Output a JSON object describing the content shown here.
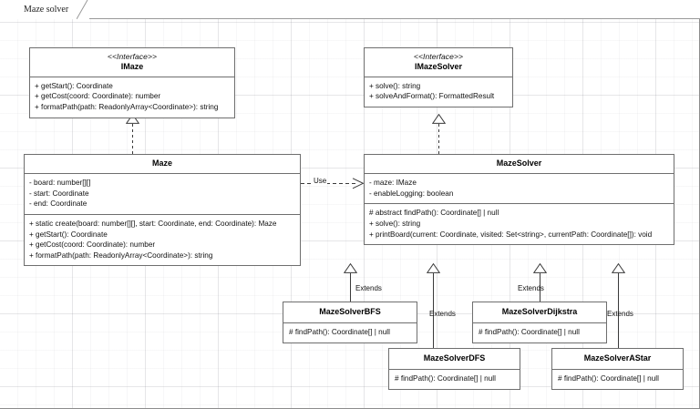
{
  "tab": {
    "label": "Maze solver"
  },
  "diagram": {
    "kind": "uml-class-diagram",
    "classes": [
      {
        "id": "IMaze",
        "stereotype": "<<Interface>>",
        "name": "IMaze",
        "attributes": [],
        "methods": [
          "+ getStart(): Coordinate",
          "+ getCost(coord: Coordinate): number",
          "+ formatPath(path: ReadonlyArray<Coordinate>): string"
        ]
      },
      {
        "id": "IMazeSolver",
        "stereotype": "<<Interface>>",
        "name": "IMazeSolver",
        "attributes": [],
        "methods": [
          "+ solve(): string",
          "+ solveAndFormat(): FormattedResult"
        ]
      },
      {
        "id": "Maze",
        "stereotype": "",
        "name": "Maze",
        "attributes": [
          "- board: number[][]",
          "- start: Coordinate",
          "- end: Coordinate"
        ],
        "methods": [
          "+ static create(board: number[][], start: Coordinate, end: Coordinate): Maze",
          "+ getStart(): Coordinate",
          "+ getCost(coord: Coordinate): number",
          "+ formatPath(path: ReadonlyArray<Coordinate>): string"
        ]
      },
      {
        "id": "MazeSolver",
        "stereotype": "",
        "name": "MazeSolver",
        "attributes": [
          "- maze: IMaze",
          "- enableLogging: boolean"
        ],
        "methods": [
          "# abstract findPath(): Coordinate[] | null",
          "+ solve(): string",
          "+ printBoard(current: Coordinate, visited: Set<string>, currentPath: Coordinate[]): void"
        ]
      },
      {
        "id": "MazeSolverBFS",
        "stereotype": "",
        "name": "MazeSolverBFS",
        "attributes": [],
        "methods": [
          "# findPath(): Coordinate[] | null"
        ]
      },
      {
        "id": "MazeSolverDijkstra",
        "stereotype": "",
        "name": "MazeSolverDijkstra",
        "attributes": [],
        "methods": [
          "# findPath(): Coordinate[] | null"
        ]
      },
      {
        "id": "MazeSolverDFS",
        "stereotype": "",
        "name": "MazeSolverDFS",
        "attributes": [],
        "methods": [
          "# findPath(): Coordinate[] | null"
        ]
      },
      {
        "id": "MazeSolverAStar",
        "stereotype": "",
        "name": "MazeSolverAStar",
        "attributes": [],
        "methods": [
          "# findPath(): Coordinate[] | null"
        ]
      }
    ],
    "relations": [
      {
        "from": "Maze",
        "to": "IMaze",
        "type": "realization",
        "label": ""
      },
      {
        "from": "MazeSolver",
        "to": "IMazeSolver",
        "type": "realization",
        "label": ""
      },
      {
        "from": "Maze",
        "to": "MazeSolver",
        "type": "dependency",
        "label": "Use"
      },
      {
        "from": "MazeSolverBFS",
        "to": "MazeSolver",
        "type": "generalization",
        "label": "Extends"
      },
      {
        "from": "MazeSolverDFS",
        "to": "MazeSolver",
        "type": "generalization",
        "label": "Extends"
      },
      {
        "from": "MazeSolverDijkstra",
        "to": "MazeSolver",
        "type": "generalization",
        "label": "Extends"
      },
      {
        "from": "MazeSolverAStar",
        "to": "MazeSolver",
        "type": "generalization",
        "label": "Extends"
      }
    ]
  },
  "colors": {
    "box_border": "#6e6e6e",
    "box_fill": "#ffffff",
    "line": "#3a3a3a",
    "grid": "#8c8c96",
    "canvas_border": "#8d8d8d"
  }
}
